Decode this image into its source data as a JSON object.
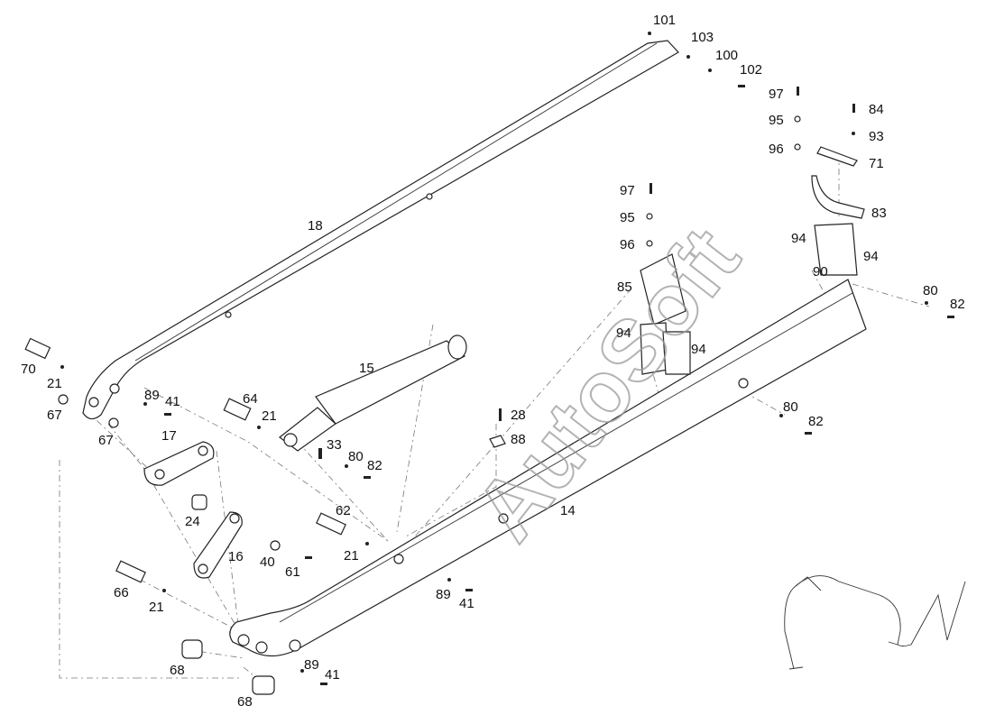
{
  "watermark": "AutoSoft",
  "labels": [
    {
      "id": "l101",
      "text": "101"
    },
    {
      "id": "l103",
      "text": "103"
    },
    {
      "id": "l100",
      "text": "100"
    },
    {
      "id": "l102",
      "text": "102"
    },
    {
      "id": "l97a",
      "text": "97"
    },
    {
      "id": "l95a",
      "text": "95"
    },
    {
      "id": "l96a",
      "text": "96"
    },
    {
      "id": "l84",
      "text": "84"
    },
    {
      "id": "l93",
      "text": "93"
    },
    {
      "id": "l71",
      "text": "71"
    },
    {
      "id": "l83",
      "text": "83"
    },
    {
      "id": "l18",
      "text": "18"
    },
    {
      "id": "l97b",
      "text": "97"
    },
    {
      "id": "l95b",
      "text": "95"
    },
    {
      "id": "l96b",
      "text": "96"
    },
    {
      "id": "l85",
      "text": "85"
    },
    {
      "id": "l94a",
      "text": "94"
    },
    {
      "id": "l90",
      "text": "90"
    },
    {
      "id": "l94b",
      "text": "94"
    },
    {
      "id": "l80a",
      "text": "80"
    },
    {
      "id": "l82a",
      "text": "82"
    },
    {
      "id": "l94c",
      "text": "94"
    },
    {
      "id": "l94d",
      "text": "94"
    },
    {
      "id": "l70",
      "text": "70"
    },
    {
      "id": "l21a",
      "text": "21"
    },
    {
      "id": "l67a",
      "text": "67"
    },
    {
      "id": "l67b",
      "text": "67"
    },
    {
      "id": "l89a",
      "text": "89"
    },
    {
      "id": "l41a",
      "text": "41"
    },
    {
      "id": "l15",
      "text": "15"
    },
    {
      "id": "l64",
      "text": "64"
    },
    {
      "id": "l21b",
      "text": "21"
    },
    {
      "id": "l17",
      "text": "17"
    },
    {
      "id": "l33",
      "text": "33"
    },
    {
      "id": "l80b",
      "text": "80"
    },
    {
      "id": "l82b",
      "text": "82"
    },
    {
      "id": "l28",
      "text": "28"
    },
    {
      "id": "l88",
      "text": "88"
    },
    {
      "id": "l80c",
      "text": "80"
    },
    {
      "id": "l82c",
      "text": "82"
    },
    {
      "id": "l24",
      "text": "24"
    },
    {
      "id": "l16",
      "text": "16"
    },
    {
      "id": "l40",
      "text": "40"
    },
    {
      "id": "l61",
      "text": "61"
    },
    {
      "id": "l62",
      "text": "62"
    },
    {
      "id": "l21c",
      "text": "21"
    },
    {
      "id": "l14",
      "text": "14"
    },
    {
      "id": "l66",
      "text": "66"
    },
    {
      "id": "l21d",
      "text": "21"
    },
    {
      "id": "l89b",
      "text": "89"
    },
    {
      "id": "l41b",
      "text": "41"
    },
    {
      "id": "l68a",
      "text": "68"
    },
    {
      "id": "l89c",
      "text": "89"
    },
    {
      "id": "l41c",
      "text": "41"
    },
    {
      "id": "l68b",
      "text": "68"
    }
  ]
}
